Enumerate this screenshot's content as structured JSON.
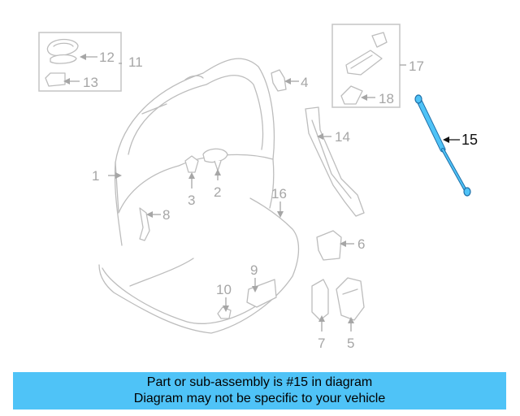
{
  "diagram": {
    "callouts": {
      "c1": "1",
      "c2": "2",
      "c3": "3",
      "c4": "4",
      "c5": "5",
      "c6": "6",
      "c7": "7",
      "c8": "8",
      "c9": "9",
      "c10": "10",
      "c11": "11",
      "c12": "12",
      "c13": "13",
      "c14": "14",
      "c15": "15",
      "c16": "16",
      "c17": "17",
      "c18": "18"
    },
    "highlighted_part": "15",
    "colors": {
      "highlight": "#4fc3f7",
      "line_art": "#bdbdbd",
      "callout_text": "#a6a6a6"
    }
  },
  "banner": {
    "line1": "Part or sub-assembly is #15 in diagram",
    "line2": "Diagram may not be specific to your vehicle",
    "background": "#4fc3f7"
  }
}
